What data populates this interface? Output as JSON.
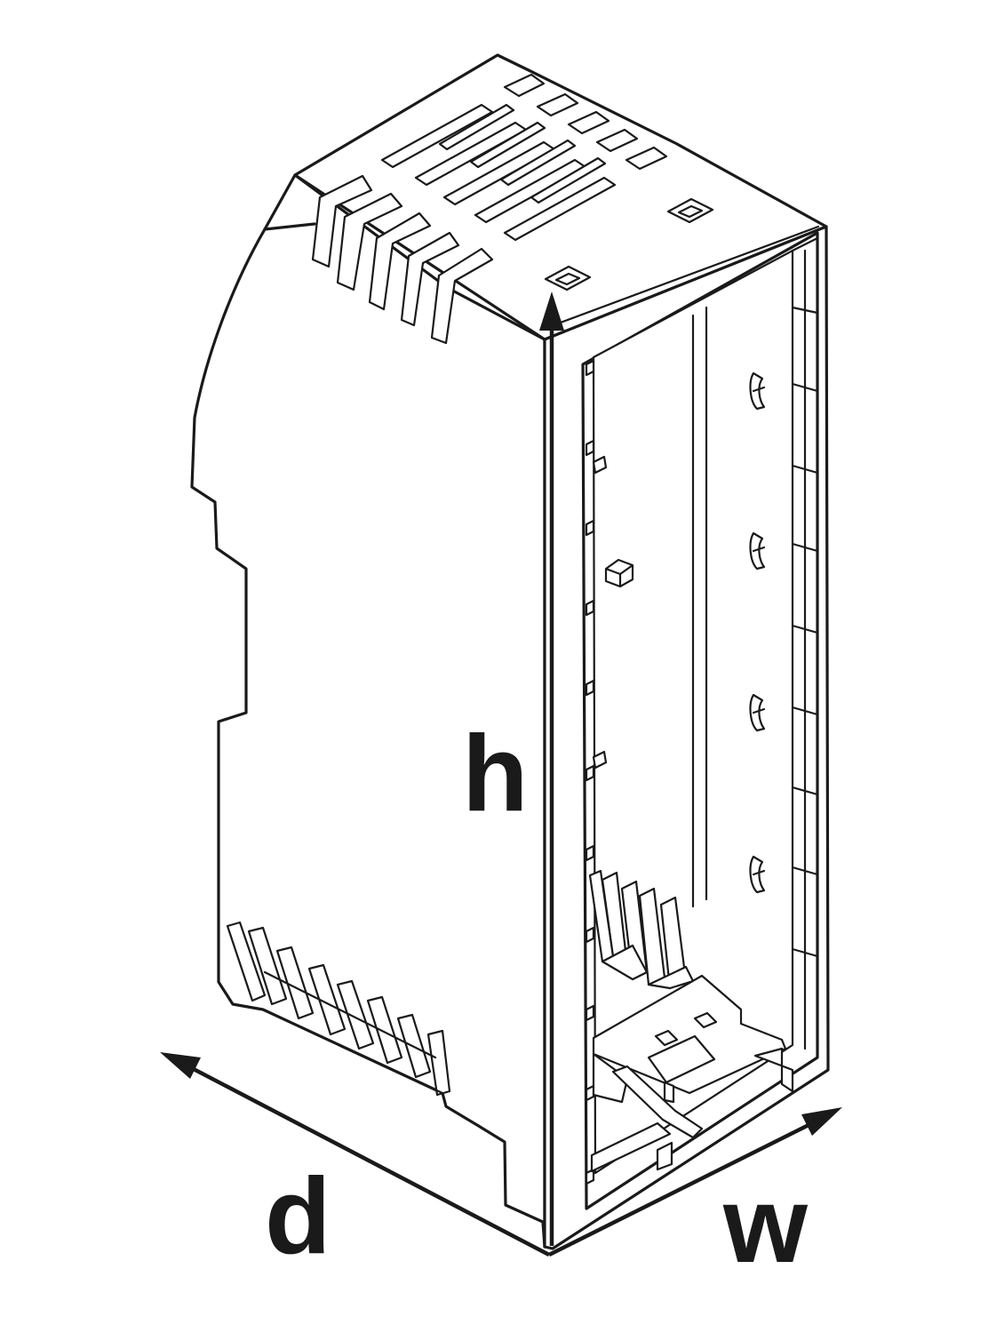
{
  "diagram": {
    "labels": {
      "height": "h",
      "depth": "d",
      "width": "w"
    },
    "colors": {
      "line": "#1a1a1a",
      "background": "#ffffff"
    }
  }
}
